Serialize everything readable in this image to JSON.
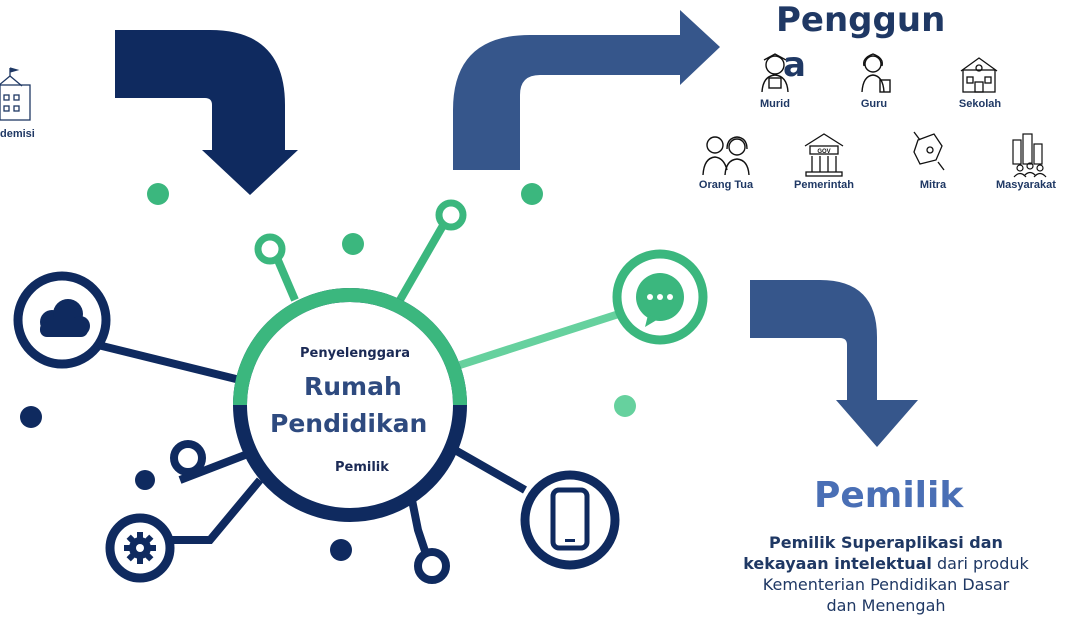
{
  "colors": {
    "navy": "#0f2a5f",
    "arrow_blue": "#36568b",
    "green": "#3bb77e",
    "light_green": "#66d19e",
    "text_navy": "#1f3864"
  },
  "left_partial": {
    "label": "demisi",
    "icon": "school-building-icon"
  },
  "hub": {
    "top_label": "Penyelenggara",
    "title_line1": "Rumah",
    "title_line2": "Pendidikan",
    "bottom_label": "Pemilik"
  },
  "pengguna": {
    "title_line1": "Penggun",
    "title_line2": "a",
    "users": [
      {
        "label": "Murid",
        "icon": "student-icon"
      },
      {
        "label": "Guru",
        "icon": "teacher-icon"
      },
      {
        "label": "Sekolah",
        "icon": "school-icon"
      },
      {
        "label": "Orang Tua",
        "icon": "parents-icon"
      },
      {
        "label": "Pemerintah",
        "icon": "government-building-icon"
      },
      {
        "label": "Mitra",
        "icon": "handshake-puzzle-icon"
      },
      {
        "label": "Masyarakat",
        "icon": "community-icon"
      }
    ],
    "gov_sign": "GOV"
  },
  "pemilik": {
    "title": "Pemilik",
    "bold_line1": "Pemilik Superaplikasi dan",
    "bold_line2": "kekayaan intelektual",
    "rest_line2": " dari produk",
    "line3": "Kementerian Pendidikan Dasar",
    "line4": "dan Menengah"
  },
  "node_icons": [
    "cloud-icon",
    "chat-bubble-icon",
    "smartphone-icon",
    "gear-icon"
  ]
}
